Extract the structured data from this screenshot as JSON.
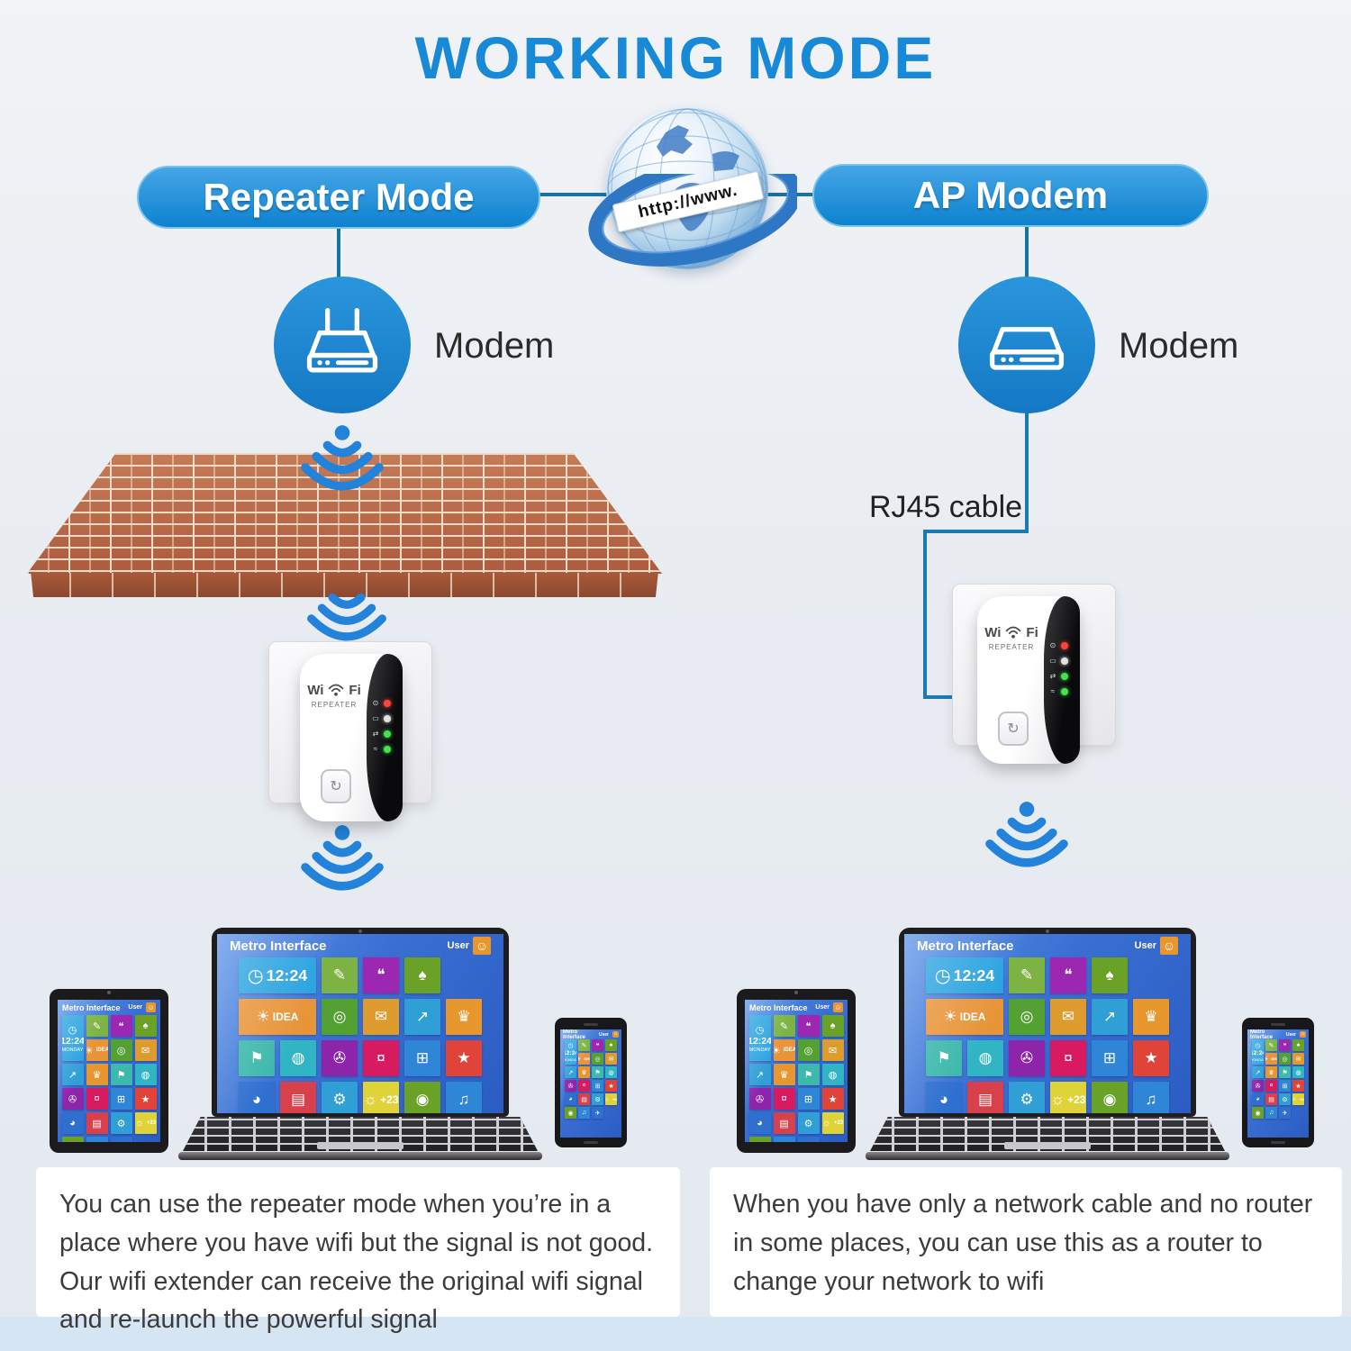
{
  "page": {
    "title": "WORKING MODE",
    "accent_blue": "#1789d6",
    "line_color": "#19719f",
    "background": "#e9edf2",
    "footer_strip": "#d6e5f3"
  },
  "globe": {
    "banner_text": "http://www."
  },
  "left_column": {
    "pill_label": "Repeater Mode",
    "modem_label": "Modem",
    "description": "You can use the repeater mode when you’re in a place where you have wifi but the signal is not good. Our wifi extender can receive the original wifi signal and re-launch the powerful signal"
  },
  "right_column": {
    "pill_label": "AP Modem",
    "modem_label": "Modem",
    "cable_label": "RJ45 cable",
    "description": "When you have only a network cable and no router in some places, you can use this as a router to change your network to wifi"
  },
  "repeater_device": {
    "logo_left": "Wi",
    "logo_right": "Fi",
    "logo_sub": "REPEATER",
    "wps_glyph": "↻",
    "leds": [
      {
        "name": "power-led",
        "glyph": "⊙",
        "color": "#ff4438"
      },
      {
        "name": "lan-led",
        "glyph": "▭",
        "color": "#e2e2e2"
      },
      {
        "name": "wps-led",
        "glyph": "⇄",
        "color": "#44e24c"
      },
      {
        "name": "wifi-led",
        "glyph": "≈",
        "color": "#44e24c"
      }
    ]
  },
  "metro": {
    "title": "Metro Interface",
    "user_label": "User",
    "avatar_glyph": "☺",
    "clock": {
      "time": "12:24",
      "day": "MONDAY"
    },
    "tiles": [
      {
        "name": "clock",
        "glyph": "◷",
        "color": "#2aa3e0",
        "span": 2
      },
      {
        "name": "sketch",
        "glyph": "✎",
        "color": "#7cb342"
      },
      {
        "name": "chat",
        "glyph": "❝",
        "color": "#9c27b0"
      },
      {
        "name": "cards",
        "glyph": "♠",
        "color": "#6aa228"
      },
      {
        "name": "idea",
        "glyph": "☀",
        "label": "IDEA",
        "color": "#e8953a",
        "span": 2
      },
      {
        "name": "binoculars",
        "glyph": "◎",
        "color": "#55a033"
      },
      {
        "name": "mail",
        "glyph": "✉",
        "color": "#de9b2e"
      },
      {
        "name": "chart",
        "glyph": "↗",
        "color": "#2f9fd6"
      },
      {
        "name": "hat",
        "glyph": "♛",
        "color": "#e8962e"
      },
      {
        "name": "signpost",
        "glyph": "⚑",
        "color": "#3cb8ac"
      },
      {
        "name": "globe",
        "glyph": "◍",
        "color": "#31b5c4"
      },
      {
        "name": "film",
        "glyph": "✇",
        "color": "#8e24aa"
      },
      {
        "name": "money",
        "glyph": "¤",
        "color": "#d81b60"
      },
      {
        "name": "cart",
        "glyph": "⊞",
        "color": "#2f86d6"
      },
      {
        "name": "star",
        "glyph": "★",
        "color": "#e04438"
      },
      {
        "name": "pie",
        "glyph": "◕",
        "color": "#2e6fd0"
      },
      {
        "name": "calendar",
        "glyph": "▤",
        "color": "#d8404c"
      },
      {
        "name": "gears",
        "glyph": "⚙",
        "color": "#2f9fd6"
      },
      {
        "name": "plus23",
        "glyph": "☼",
        "label": "+23",
        "color": "#e0d33a"
      },
      {
        "name": "billiards",
        "glyph": "◉",
        "color": "#6aa228"
      },
      {
        "name": "mic",
        "glyph": "♫",
        "color": "#2f86d6"
      },
      {
        "name": "plane",
        "glyph": "✈",
        "color": "#2e6fd0"
      }
    ]
  }
}
